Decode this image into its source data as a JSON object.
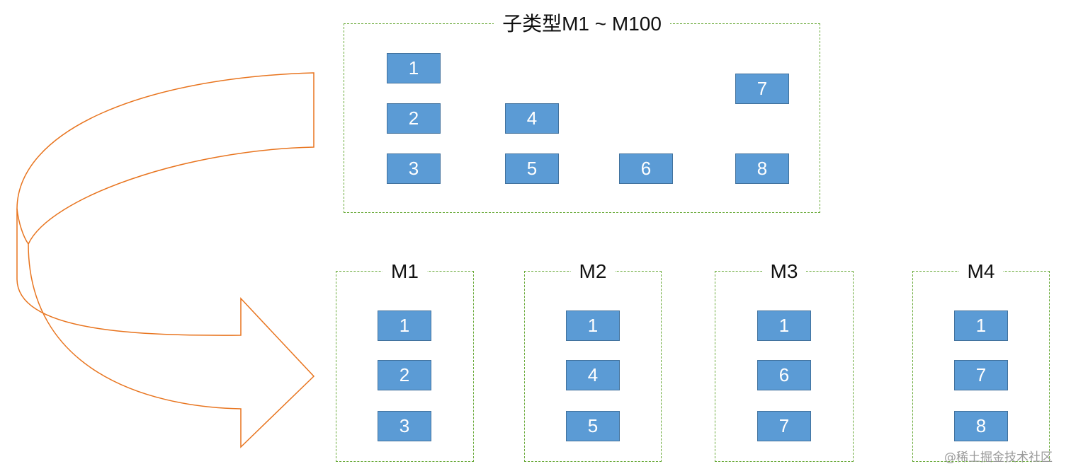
{
  "source_group": {
    "title": "子类型M1 ~ M100",
    "items": [
      "1",
      "2",
      "3",
      "4",
      "5",
      "6",
      "7",
      "8"
    ]
  },
  "target_groups": [
    {
      "title": "M1",
      "items": [
        "1",
        "2",
        "3"
      ]
    },
    {
      "title": "M2",
      "items": [
        "1",
        "4",
        "5"
      ]
    },
    {
      "title": "M3",
      "items": [
        "1",
        "6",
        "7"
      ]
    },
    {
      "title": "M4",
      "items": [
        "1",
        "7",
        "8"
      ]
    }
  ],
  "colors": {
    "box_fill": "#5b9bd5",
    "box_border": "#41719c",
    "group_border": "#6aaa3a",
    "arrow_stroke": "#e8741e"
  },
  "watermark": "@稀土掘金技术社区"
}
